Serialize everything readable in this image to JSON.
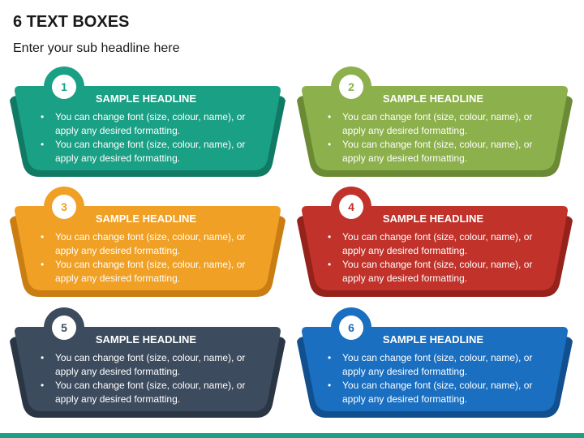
{
  "title": "6 TEXT BOXES",
  "subtitle": "Enter your sub headline here",
  "boxes": [
    {
      "number": "1",
      "headline": "SAMPLE HEADLINE",
      "bullets": [
        "You can change font (size, colour, name), or apply any desired formatting.",
        "You can change font (size, colour, name), or apply any desired formatting."
      ],
      "color": "#1aa085",
      "dark_color": "#117a65"
    },
    {
      "number": "2",
      "headline": "SAMPLE HEADLINE",
      "bullets": [
        "You can change font (size, colour, name), or apply any desired formatting.",
        "You can change font (size, colour, name), or apply any desired formatting."
      ],
      "color": "#8cb04b",
      "dark_color": "#6a8a34"
    },
    {
      "number": "3",
      "headline": "SAMPLE HEADLINE",
      "bullets": [
        "You can change font (size, colour, name), or apply any desired formatting.",
        "You can change font (size, colour, name), or apply any desired formatting."
      ],
      "color": "#f0a024",
      "dark_color": "#c97d12"
    },
    {
      "number": "4",
      "headline": "SAMPLE HEADLINE",
      "bullets": [
        "You can change font (size, colour, name), or apply any desired formatting.",
        "You can change font (size, colour, name), or apply any desired formatting."
      ],
      "color": "#c0322a",
      "dark_color": "#96221c"
    },
    {
      "number": "5",
      "headline": "SAMPLE HEADLINE",
      "bullets": [
        "You can change font (size, colour, name), or apply any desired formatting.",
        "You can change font (size, colour, name), or apply any desired formatting."
      ],
      "color": "#3d4b5e",
      "dark_color": "#2b3645"
    },
    {
      "number": "6",
      "headline": "SAMPLE HEADLINE",
      "bullets": [
        "You can change font (size, colour, name), or apply any desired formatting.",
        "You can change font (size, colour, name), or apply any desired formatting."
      ],
      "color": "#1a6fc0",
      "dark_color": "#114f8e"
    }
  ],
  "bullet_glyph": "•"
}
